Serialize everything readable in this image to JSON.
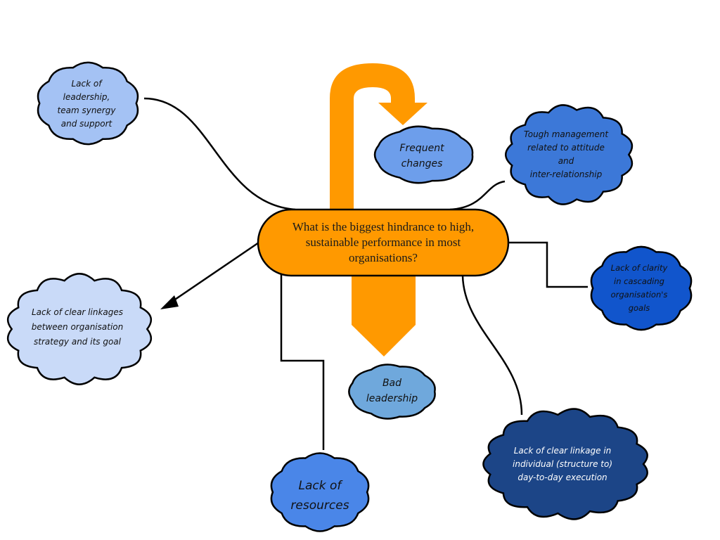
{
  "central_topic": {
    "text": "What is the biggest hindrance to high,\nsustainable performance in most\norganisations?",
    "color": "#FF9900"
  },
  "colors": {
    "arrow": "#FF9900",
    "line": "#000000"
  },
  "nodes": [
    {
      "id": "leadership-synergy",
      "text": "Lack of\nleadership,\nteam synergy\nand support",
      "fill": "#A4C2F4",
      "text_color": "#111111",
      "connector": "curve"
    },
    {
      "id": "frequent-changes",
      "text": "Frequent\nchanges",
      "fill": "#6D9EEB",
      "text_color": "#111111",
      "connector": "u-turn-arrow"
    },
    {
      "id": "tough-management",
      "text": "Tough management\nrelated to attitude\nand\ninter-relationship",
      "fill": "#3C78D8",
      "text_color": "#111111",
      "connector": "curve"
    },
    {
      "id": "clarity-cascading",
      "text": "Lack of clarity\nin cascading\norganisation's\ngoals",
      "fill": "#1155CC",
      "text_color": "#111111",
      "connector": "elbow"
    },
    {
      "id": "linkages-strategy",
      "text": "Lack of clear linkages\nbetween organisation\nstrategy and its goal",
      "fill": "#C9DAF8",
      "text_color": "#111111",
      "connector": "arrow"
    },
    {
      "id": "bad-leadership",
      "text": "Bad\nleadership",
      "fill": "#6FA8DC",
      "text_color": "#111111",
      "connector": "block-arrow"
    },
    {
      "id": "resources",
      "text": "Lack of\nresources",
      "fill": "#4A86E8",
      "text_color": "#111111",
      "connector": "elbow"
    },
    {
      "id": "linkage-execution",
      "text": "Lack of clear linkage in\nindividual (structure to)\nday-to-day execution",
      "fill": "#1C4587",
      "text_color": "#FFFFFF",
      "connector": "curve"
    }
  ]
}
